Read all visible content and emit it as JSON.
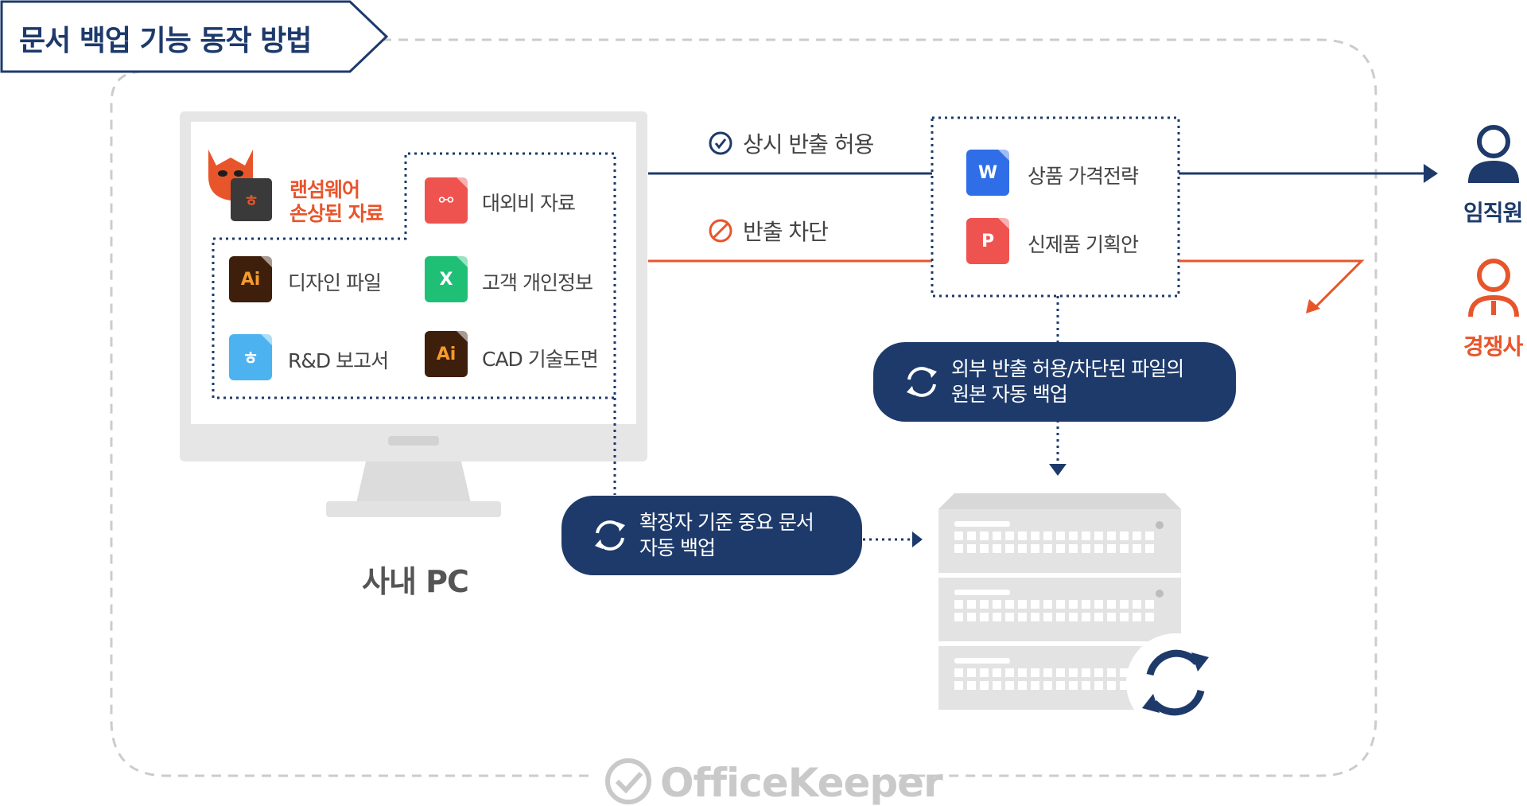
{
  "title": "문서 백업 기능 동작 방법",
  "pc": {
    "label": "사내 PC",
    "ransomware": {
      "line1": "랜섬웨어",
      "line2": "손상된 자료"
    },
    "files": [
      {
        "name": "대외비 자료",
        "icon": "pdf-icon",
        "glyph": "⚯",
        "color": "#ef5350"
      },
      {
        "name": "디자인 파일",
        "icon": "illustrator-icon",
        "glyph": "Ai",
        "color": "#3d1f0b"
      },
      {
        "name": "고객 개인정보",
        "icon": "excel-icon",
        "glyph": "X",
        "color": "#1fbf76"
      },
      {
        "name": "R&D 보고서",
        "icon": "hwp-icon",
        "glyph": "ㅎ",
        "color": "#4db3f0"
      },
      {
        "name": "CAD 기술도면",
        "icon": "illustrator-icon",
        "glyph": "Ai",
        "color": "#3d1f0b"
      }
    ]
  },
  "flows": {
    "allow_label": "상시 반출 허용",
    "block_label": "반출 차단"
  },
  "exported_files": [
    {
      "name": "상품 가격전략",
      "icon": "word-icon",
      "glyph": "W",
      "color": "#2f6ee6"
    },
    {
      "name": "신제품 기획안",
      "icon": "powerpoint-icon",
      "glyph": "P",
      "color": "#ef5350"
    }
  ],
  "recipients": {
    "employee": "임직원",
    "competitor": "경쟁사"
  },
  "backup_pills": {
    "external": {
      "line1": "외부 반출 허용/차단된 파일의",
      "line2": "원본 자동 백업"
    },
    "extension": {
      "line1": "확장자 기준 중요 문서",
      "line2": "자동 백업"
    }
  },
  "brand": "OfficeKeeper",
  "colors": {
    "navy": "#1d3a6b",
    "orange": "#e8552b",
    "gray": "#cfcfcf"
  }
}
